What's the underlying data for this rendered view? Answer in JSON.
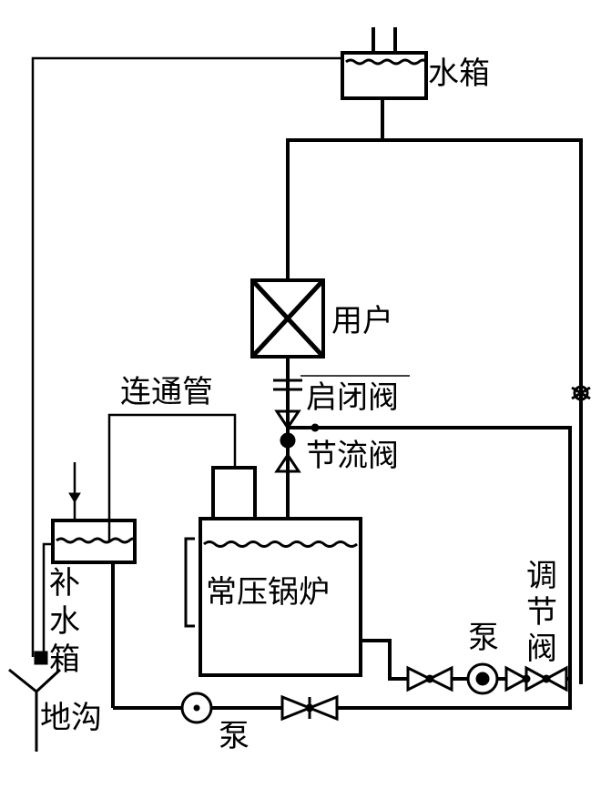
{
  "labels": {
    "water_tank": "水箱",
    "user": "用户",
    "connecting_pipe": "连通管",
    "on_off_valve": "启闭阀",
    "throttle_valve": "节流阀",
    "boiler": "常压锅炉",
    "makeup_tank": [
      "补",
      "水",
      "箱"
    ],
    "floor_drain": "地沟",
    "pump_bottom": "泵",
    "pump_right": "泵",
    "regulating_valve": [
      "调",
      "节",
      "阀"
    ]
  }
}
